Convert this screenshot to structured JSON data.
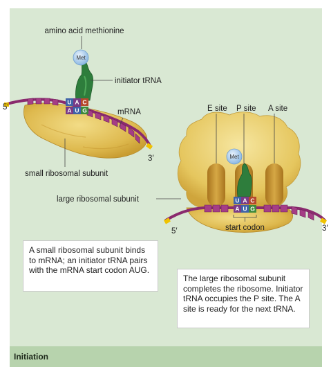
{
  "labels": {
    "amino_acid": "amino acid methionine",
    "initiator_trna": "initiator tRNA",
    "mrna": "mRNA",
    "small_subunit": "small ribosomal subunit",
    "large_subunit": "large ribosomal subunit",
    "e_site": "E site",
    "p_site": "P site",
    "a_site": "A site",
    "start_codon": "start codon",
    "five_prime": "5′",
    "three_prime": "3′",
    "met": "Met"
  },
  "anticodon": [
    "U",
    "A",
    "C"
  ],
  "codon": [
    "A",
    "U",
    "G"
  ],
  "callouts": {
    "step1": "A small ribosomal subunit binds to mRNA; an initiator tRNA pairs with the mRNA start codon AUG.",
    "step2": "The large ribosomal subunit completes the ribosome. Initiator tRNA occupies the P site. The A site is ready for the next tRNA."
  },
  "footer": "Initiation",
  "colors": {
    "panel": "#d9e8d3",
    "footer": "#b7d3ad",
    "ribosome": "#e2c35a",
    "mrna": "#8a2a6e",
    "trna": "#2e7d3c",
    "base_U": "#3f63a8",
    "base_A": "#7a3b86",
    "base_C": "#b5482c",
    "base_G": "#3e8a3b"
  }
}
